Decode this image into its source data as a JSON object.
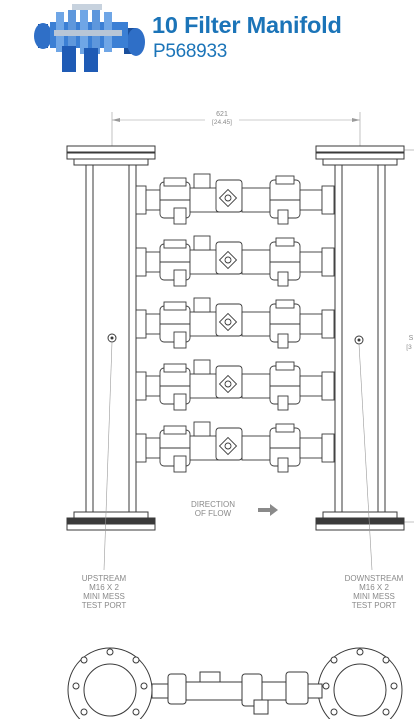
{
  "header": {
    "title": "10 Filter Manifold",
    "part_number": "P568933"
  },
  "drawing": {
    "width_dimension": "621",
    "width_dimension_inch": "[24.45]",
    "height_dimension_partial": "S",
    "height_dimension_partial_inch": "[3",
    "flow_label_line1": "DIRECTION",
    "flow_label_line2": "OF FLOW",
    "upstream_port": [
      "UPSTREAM",
      "M16 X 2",
      "MINI MESS",
      "TEST PORT"
    ],
    "downstream_port": [
      "DOWNSTREAM",
      "M16 X 2",
      "MINI MESS",
      "TEST PORT"
    ]
  },
  "colors": {
    "brand_blue": "#1b74b8",
    "line_dark": "#3a3a3a",
    "label_gray": "#8a8a8a"
  }
}
